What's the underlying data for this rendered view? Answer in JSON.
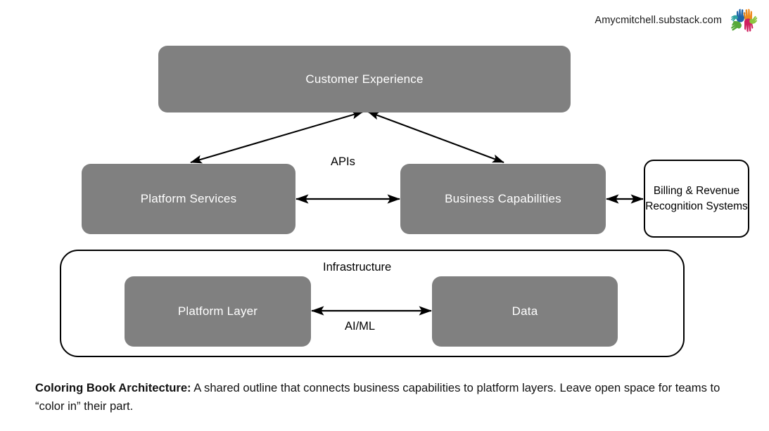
{
  "header": {
    "site_url": "Amycmitchell.substack.com",
    "logo_icon": "colorful-hands-logo-icon"
  },
  "diagram": {
    "nodes": {
      "customer_experience": "Customer  Experience",
      "platform_services": "Platform Services",
      "business_capabilities": "Business Capabilities",
      "billing_systems": "Billing & Revenue Recognition Systems",
      "platform_layer": "Platform Layer",
      "data": "Data"
    },
    "labels": {
      "apis": "APIs",
      "ai_ml": "AI/ML",
      "infrastructure": "Infrastructure"
    },
    "connections": [
      {
        "from": "platform_services",
        "to": "customer_experience",
        "style": "double-arrow",
        "label": ""
      },
      {
        "from": "business_capabilities",
        "to": "customer_experience",
        "style": "double-arrow",
        "label": ""
      },
      {
        "from": "platform_services",
        "to": "business_capabilities",
        "style": "double-arrow",
        "label": "APIs"
      },
      {
        "from": "business_capabilities",
        "to": "billing_systems",
        "style": "double-arrow",
        "label": ""
      },
      {
        "from": "platform_layer",
        "to": "data",
        "style": "double-arrow",
        "label": "AI/ML"
      }
    ],
    "colors": {
      "node_fill": "#808080",
      "node_text": "#ffffff",
      "outline": "#000000",
      "background": "#ffffff"
    }
  },
  "caption": {
    "lead": "Coloring Book Architecture:",
    "body": " A shared outline that connects business capabilities to platform layers. Leave open space for teams to “color in” their part."
  }
}
